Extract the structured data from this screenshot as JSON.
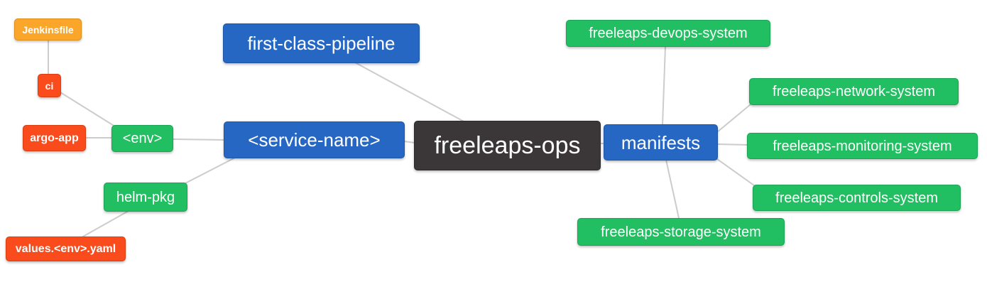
{
  "diagram": {
    "type": "mindmap",
    "root": "freeleaps-ops",
    "background": "#ffffff",
    "edge_color": "#cccccc",
    "palette": {
      "root_dark": "#3b3738",
      "branch_blue": "#2767c4",
      "leaf_green": "#21bf61",
      "leaf_red": "#f94b1c",
      "leaf_orange": "#f9a62b",
      "text": "#ffffff"
    },
    "nodes": [
      {
        "id": "jenkinsfile",
        "label": "Jenkinsfile",
        "color": "#f9a62b"
      },
      {
        "id": "ci",
        "label": "ci",
        "color": "#f94b1c"
      },
      {
        "id": "argo-app",
        "label": "argo-app",
        "color": "#f94b1c"
      },
      {
        "id": "env",
        "label": "<env>",
        "color": "#21bf61"
      },
      {
        "id": "helm-pkg",
        "label": "helm-pkg",
        "color": "#21bf61"
      },
      {
        "id": "values-env-yaml",
        "label": "values.<env>.yaml",
        "color": "#f94b1c"
      },
      {
        "id": "first-class-pipeline",
        "label": "first-class-pipeline",
        "color": "#2767c4"
      },
      {
        "id": "service-name",
        "label": "<service-name>",
        "color": "#2767c4"
      },
      {
        "id": "freeleaps-ops",
        "label": "freeleaps-ops",
        "color": "#3b3738"
      },
      {
        "id": "manifests",
        "label": "manifests",
        "color": "#2767c4"
      },
      {
        "id": "freeleaps-devops",
        "label": "freeleaps-devops-system",
        "color": "#21bf61"
      },
      {
        "id": "freeleaps-network",
        "label": "freeleaps-network-system",
        "color": "#21bf61"
      },
      {
        "id": "freeleaps-monitoring",
        "label": "freeleaps-monitoring-system",
        "color": "#21bf61"
      },
      {
        "id": "freeleaps-controls",
        "label": "freeleaps-controls-system",
        "color": "#21bf61"
      },
      {
        "id": "freeleaps-storage",
        "label": "freeleaps-storage-system",
        "color": "#21bf61"
      }
    ],
    "edges": [
      [
        "ci",
        "jenkinsfile"
      ],
      [
        "env",
        "ci"
      ],
      [
        "env",
        "argo-app"
      ],
      [
        "service-name",
        "env"
      ],
      [
        "service-name",
        "helm-pkg"
      ],
      [
        "helm-pkg",
        "values-env-yaml"
      ],
      [
        "freeleaps-ops",
        "first-class-pipeline"
      ],
      [
        "freeleaps-ops",
        "service-name"
      ],
      [
        "freeleaps-ops",
        "manifests"
      ],
      [
        "manifests",
        "freeleaps-devops"
      ],
      [
        "manifests",
        "freeleaps-network"
      ],
      [
        "manifests",
        "freeleaps-monitoring"
      ],
      [
        "manifests",
        "freeleaps-controls"
      ],
      [
        "manifests",
        "freeleaps-storage"
      ]
    ]
  }
}
